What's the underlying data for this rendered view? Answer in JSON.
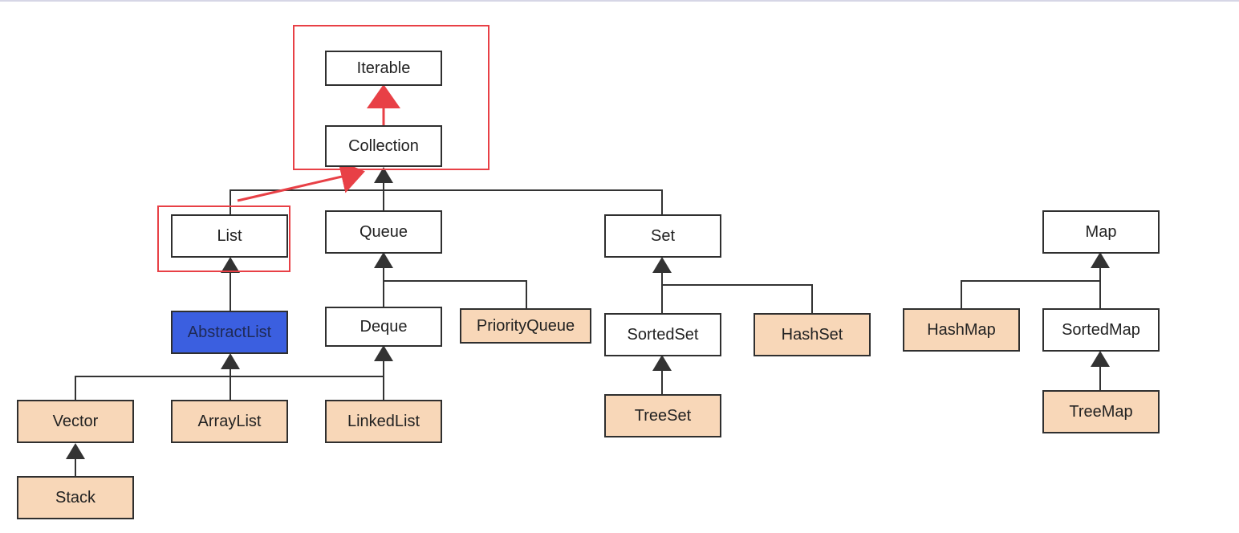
{
  "nodes": {
    "iterable": "Iterable",
    "collection": "Collection",
    "list": "List",
    "queue": "Queue",
    "set": "Set",
    "map": "Map",
    "abstract_list": "AbstractList",
    "deque": "Deque",
    "priority_queue": "PriorityQueue",
    "sorted_set": "SortedSet",
    "hash_set": "HashSet",
    "hash_map": "HashMap",
    "sorted_map": "SortedMap",
    "vector": "Vector",
    "array_list": "ArrayList",
    "linked_list": "LinkedList",
    "tree_set": "TreeSet",
    "tree_map": "TreeMap",
    "stack": "Stack"
  },
  "colors": {
    "interface_fill": "#ffffff",
    "implementation_fill": "#f8d7b8",
    "abstract_fill": "#3b5fe0",
    "edge": "#333333",
    "highlight": "#e84046"
  }
}
